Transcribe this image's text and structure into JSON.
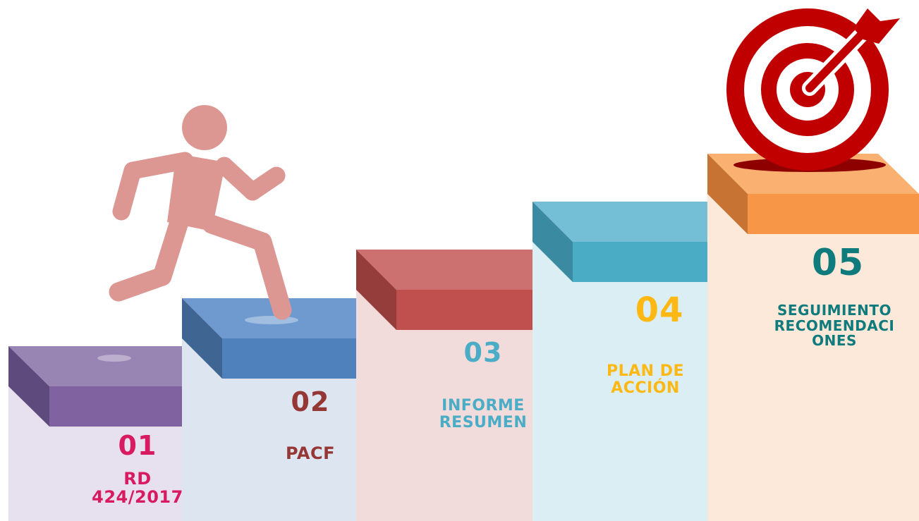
{
  "steps": [
    {
      "number": "01",
      "text_lines": [
        "RD",
        "424/2017"
      ],
      "colors": {
        "top": "#9985b3",
        "front": "#7f629f",
        "side": "#5e4a7d",
        "body": "#e7e0ee",
        "bodyShade": "#c8c2d6",
        "label": "#d81b60"
      }
    },
    {
      "number": "02",
      "text_lines": [
        "PACF"
      ],
      "colors": {
        "top": "#6f9ad0",
        "front": "#4f81bd",
        "side": "#3f6592",
        "body": "#dde5f1",
        "bodyShade": "#c5c5d6",
        "label": "#953735"
      }
    },
    {
      "number": "03",
      "text_lines": [
        "INFORME",
        "RESUMEN"
      ],
      "colors": {
        "top": "#cd7170",
        "front": "#c0504d",
        "side": "#943d3b",
        "body": "#f2dcdb",
        "bodyShade": "#d4c3c9",
        "label": "#4bacc6"
      }
    },
    {
      "number": "04",
      "text_lines": [
        "PLAN DE",
        "ACCIÓN"
      ],
      "colors": {
        "top": "#74bfd6",
        "front": "#4bacc6",
        "side": "#3a8aa1",
        "body": "#daeef3",
        "bodyShade": "#cbd3d3",
        "label": "#fdb813"
      }
    },
    {
      "number": "05",
      "text_lines": [
        "SEGUIMIENTO",
        "RECOMENDACI",
        "ONES"
      ],
      "colors": {
        "top": "#fab070",
        "front": "#f79646",
        "side": "#c77333",
        "body": "#fde9d9",
        "bodyShade": "#fde9d9",
        "label": "#0f7b7d"
      }
    }
  ],
  "icons": {
    "runner": "running-person-icon",
    "target": "target-bullseye-icon"
  },
  "accent_colors": {
    "runner": "#dc9793",
    "target": "#c00000"
  }
}
